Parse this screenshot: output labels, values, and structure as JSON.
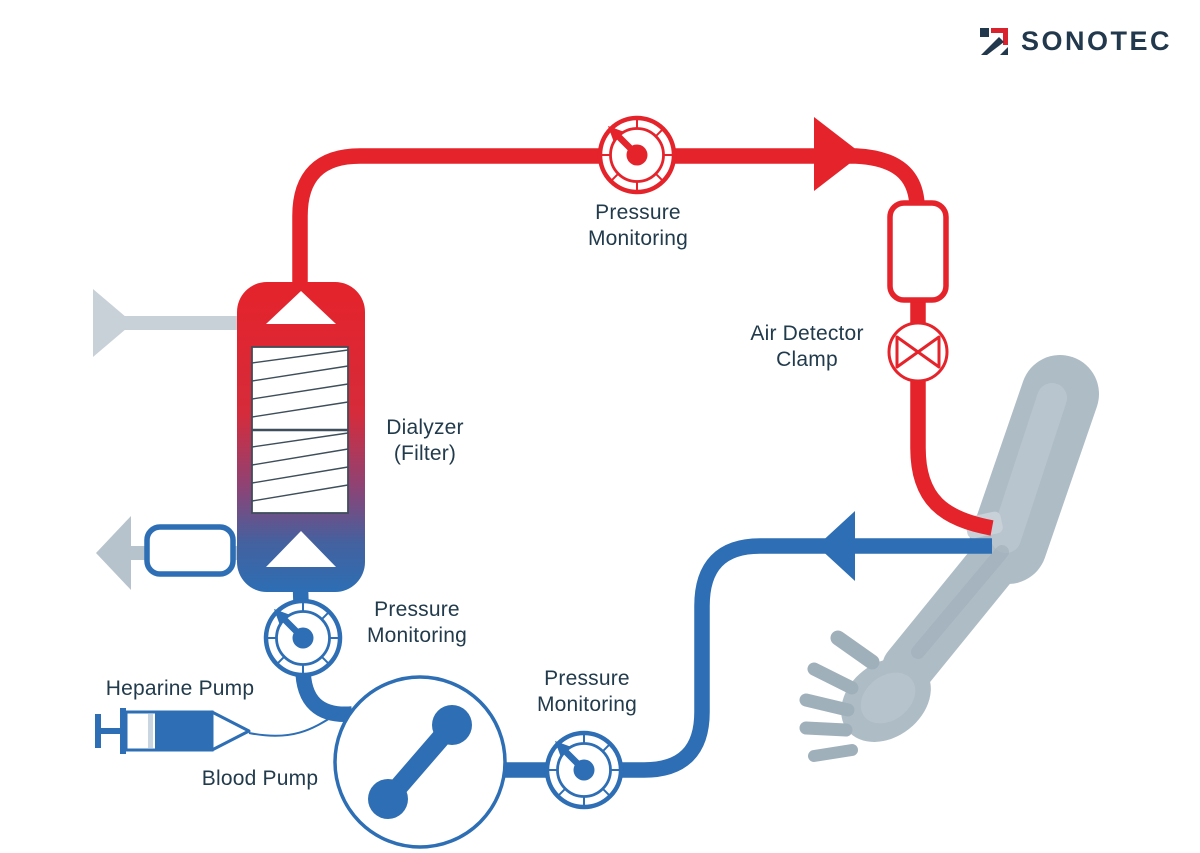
{
  "brand": {
    "name": "SONOTEC",
    "logo_icon": "sonotec-logo-icon"
  },
  "labels": {
    "pressure_monitoring_arterial": "Pressure\nMonitoring",
    "air_detector_clamp": "Air Detector\nClamp",
    "dialyzer": "Dialyzer\n(Filter)",
    "pressure_monitoring_dialyzer": "Pressure\nMonitoring",
    "heparine_pump": "Heparine Pump",
    "blood_pump": "Blood Pump",
    "pressure_monitoring_prepump": "Pressure\nMonitoring"
  },
  "colors": {
    "red": "#E5232B",
    "blue": "#2D6EB4",
    "text_dark": "#223B4C",
    "gray_light": "#C9D1D8",
    "gray_mid": "#B7C3CC",
    "arm": "#AEBCC6",
    "arm_shadow": "#A0B0BB",
    "background": "#FFFFFF",
    "logo_red": "#D8232E",
    "logo_navy": "#22384C"
  },
  "components": [
    "pressure-gauge-red",
    "flow-arrow-red",
    "air-detector",
    "clamp-valve",
    "patient-arm",
    "flow-arrow-blue",
    "pressure-gauge-prepump",
    "blood-pump",
    "heparine-syringe",
    "pressure-gauge-dialyzer",
    "dialyzer-filter",
    "dialysate-inflow",
    "dialysate-outflow",
    "bubble-trap"
  ]
}
